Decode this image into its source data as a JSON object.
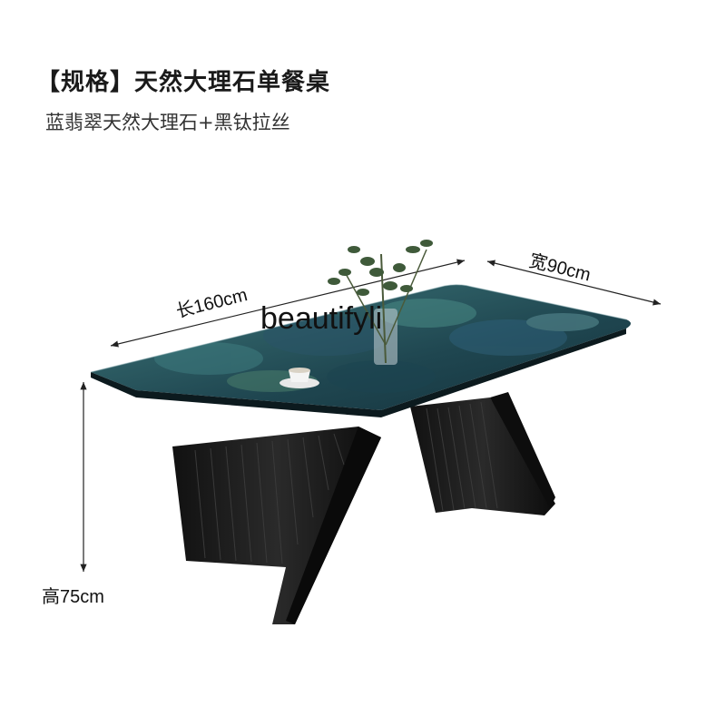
{
  "header": {
    "title": "【规格】天然大理石单餐桌",
    "subtitle": "蓝翡翠天然大理石+黑钛拉丝"
  },
  "dimensions": {
    "length_label": "长160cm",
    "width_label": "宽90cm",
    "height_label": "高75cm"
  },
  "watermark": "beautifyli",
  "colors": {
    "marble_base": "#1d3a44",
    "marble_accent": "#2f6a72",
    "leg_metal": "#1e1e1e",
    "text": "#111111"
  }
}
